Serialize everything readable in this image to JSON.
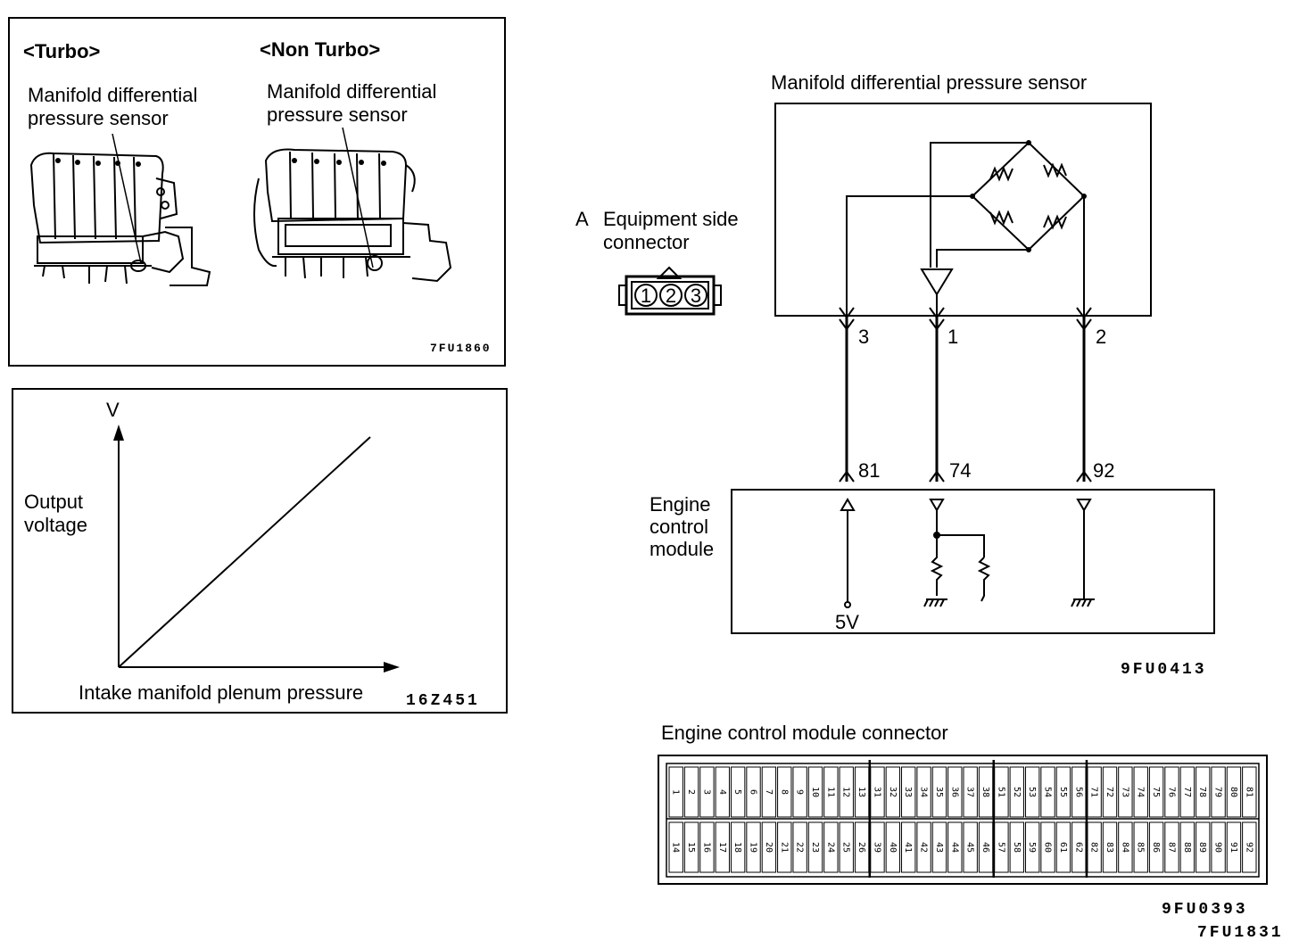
{
  "location_panel": {
    "turbo_title": "<Turbo>",
    "nonturbo_title": "<Non Turbo>",
    "turbo_label_1": "Manifold differential",
    "turbo_label_2": "pressure sensor",
    "nonturbo_label_1": "Manifold differential",
    "nonturbo_label_2": "pressure sensor",
    "code": "7FU1860"
  },
  "graph_panel": {
    "y_axis_label": "V",
    "y_title_1": "Output",
    "y_title_2": "voltage",
    "x_title": "Intake manifold plenum pressure",
    "code": "16Z451"
  },
  "circuit": {
    "sensor_title": "Manifold differential pressure sensor",
    "connector_letter": "A",
    "connector_label_1": "Equipment side",
    "connector_label_2": "connector",
    "connector_pins": [
      "1",
      "2",
      "3"
    ],
    "sensor_pins": [
      "3",
      "1",
      "2"
    ],
    "ecm_pins": [
      "81",
      "74",
      "92"
    ],
    "ecm_label_1": "Engine",
    "ecm_label_2": "control",
    "ecm_label_3": "module",
    "supply_label": "5V",
    "code": "9FU0413"
  },
  "ecm_connector": {
    "title": "Engine control module connector",
    "top_row": [
      "1",
      "2",
      "3",
      "4",
      "5",
      "6",
      "7",
      "8",
      "9",
      "10",
      "11",
      "12",
      "13",
      "31",
      "32",
      "33",
      "34",
      "35",
      "36",
      "37",
      "38",
      "51",
      "52",
      "53",
      "54",
      "55",
      "56",
      "71",
      "72",
      "73",
      "74",
      "75",
      "76",
      "77",
      "78",
      "79",
      "80",
      "81"
    ],
    "bottom_row": [
      "14",
      "15",
      "16",
      "17",
      "18",
      "19",
      "20",
      "21",
      "22",
      "23",
      "24",
      "25",
      "26",
      "39",
      "40",
      "41",
      "42",
      "43",
      "44",
      "45",
      "46",
      "57",
      "58",
      "59",
      "60",
      "61",
      "62",
      "82",
      "83",
      "84",
      "85",
      "86",
      "87",
      "88",
      "89",
      "90",
      "91",
      "92"
    ],
    "code_1": "9FU0393",
    "code_2": "7FU1831"
  },
  "chart_data": {
    "type": "line",
    "x": [
      0,
      1
    ],
    "y": [
      0,
      1
    ],
    "xlabel": "Intake manifold plenum pressure",
    "ylabel": "Output voltage"
  }
}
